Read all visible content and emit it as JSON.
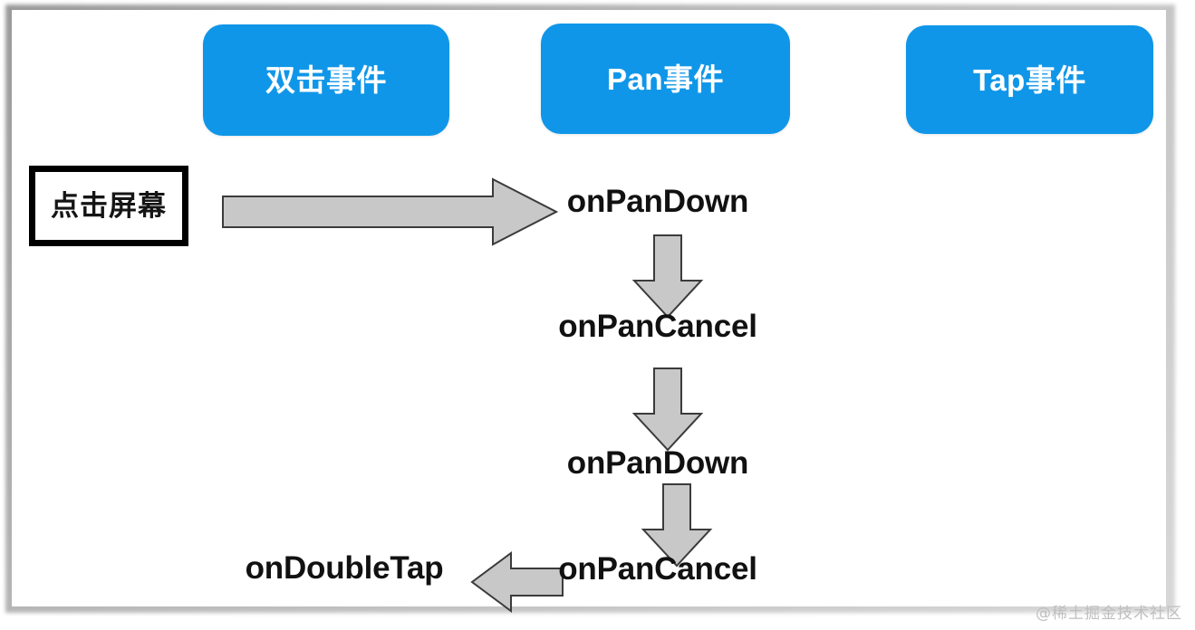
{
  "diagram": {
    "title_boxes": [
      {
        "label": "双击事件",
        "name": "double-tap-event"
      },
      {
        "label": "Pan事件",
        "name": "pan-event"
      },
      {
        "label": "Tap事件",
        "name": "tap-event"
      }
    ],
    "source": {
      "label": "点击屏幕"
    },
    "callbacks": [
      {
        "label": "onPanDown"
      },
      {
        "label": "onPanCancel"
      },
      {
        "label": "onPanDown"
      },
      {
        "label": "onPanCancel"
      },
      {
        "label": "onDoubleTap"
      }
    ],
    "arrows": [
      {
        "name": "arrow-right-main",
        "direction": "right"
      },
      {
        "name": "arrow-down-1",
        "direction": "down"
      },
      {
        "name": "arrow-down-2",
        "direction": "down"
      },
      {
        "name": "arrow-down-3",
        "direction": "down"
      },
      {
        "name": "arrow-left-main",
        "direction": "left"
      }
    ]
  },
  "watermark": {
    "text": "@稀土掘金技术社区"
  },
  "colors": {
    "event_box_blue": "#0f96e8",
    "arrow_fill": "#c8c8c8",
    "arrow_stroke": "#3b3b3b",
    "source_border": "#000000",
    "text": "#111111",
    "watermark": "#bfbfbf"
  },
  "chart_data": {
    "type": "diagram",
    "title": "",
    "nodes": [
      {
        "id": "n0",
        "label": "双击事件",
        "kind": "group-header",
        "column": 0
      },
      {
        "id": "n1",
        "label": "Pan事件",
        "kind": "group-header",
        "column": 1
      },
      {
        "id": "n2",
        "label": "Tap事件",
        "kind": "group-header",
        "column": 2
      },
      {
        "id": "n3",
        "label": "点击屏幕",
        "kind": "source"
      },
      {
        "id": "n4",
        "label": "onPanDown",
        "kind": "callback"
      },
      {
        "id": "n5",
        "label": "onPanCancel",
        "kind": "callback"
      },
      {
        "id": "n6",
        "label": "onPanDown",
        "kind": "callback"
      },
      {
        "id": "n7",
        "label": "onPanCancel",
        "kind": "callback"
      },
      {
        "id": "n8",
        "label": "onDoubleTap",
        "kind": "callback"
      }
    ],
    "edges": [
      {
        "from": "n3",
        "to": "n4",
        "direction": "right"
      },
      {
        "from": "n4",
        "to": "n5",
        "direction": "down"
      },
      {
        "from": "n5",
        "to": "n6",
        "direction": "down"
      },
      {
        "from": "n6",
        "to": "n7",
        "direction": "down"
      },
      {
        "from": "n7",
        "to": "n8",
        "direction": "left"
      }
    ]
  }
}
